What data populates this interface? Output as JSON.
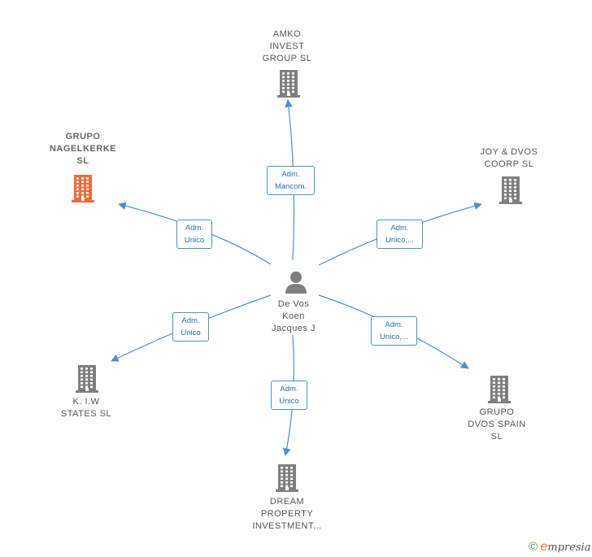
{
  "center": {
    "name": "De Vos\nKoen\nJacques J"
  },
  "companies": [
    {
      "id": "amko",
      "name": "AMKO\nINVEST\nGROUP  SL",
      "highlight": false
    },
    {
      "id": "nagelkerke",
      "name": "GRUPO\nNAGELKERKE\nSL",
      "highlight": true
    },
    {
      "id": "joy",
      "name": "JOY & DVOS\nCOORP  SL",
      "highlight": false
    },
    {
      "id": "kiw",
      "name": "K. I.W\nSTATES  SL",
      "highlight": false
    },
    {
      "id": "dvos",
      "name": "GRUPO\nDVOS SPAIN\nSL",
      "highlight": false
    },
    {
      "id": "dream",
      "name": "DREAM\nPROPERTY\nINVESTMENT...",
      "highlight": false
    }
  ],
  "edges": [
    {
      "to": "amko",
      "label": "Adm.\nMancom."
    },
    {
      "to": "nagelkerke",
      "label": "Adm.\nUnico"
    },
    {
      "to": "joy",
      "label": "Adm.\nUnico,..."
    },
    {
      "to": "kiw",
      "label": "Adm.\nUnico"
    },
    {
      "to": "dvos",
      "label": "Adm.\nUnico,..."
    },
    {
      "to": "dream",
      "label": "Adm.\nUnico"
    }
  ],
  "colors": {
    "edge": "#4a8fd8",
    "building": "#7f7f7f",
    "building_highlight": "#f26a35",
    "person": "#7f7f7f"
  },
  "icons": {
    "company": "building-icon",
    "person": "person-icon"
  },
  "footer": {
    "copyright": "©",
    "brand_initial": "e",
    "brand_rest": "mpresia"
  }
}
